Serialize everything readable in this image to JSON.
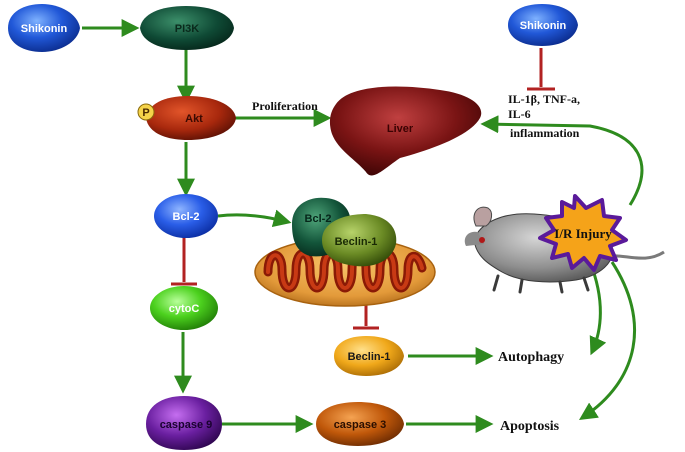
{
  "nodes": {
    "shikonin_left": "Shikonin",
    "pi3k": "PI3K",
    "akt": "Akt",
    "p_badge": "P",
    "bcl2": "Bcl-2",
    "cytoc": "cytoC",
    "caspase9": "caspase 9",
    "caspase3": "caspase 3",
    "bcl2_complex": "Bcl-2",
    "beclin1_complex": "Beclin-1",
    "beclin1": "Beclin-1",
    "liver": "Liver",
    "shikonin_right": "Shikonin",
    "ir_injury": "I/R Injury"
  },
  "labels": {
    "proliferation": "Proliferation",
    "cytokines_line1": "IL-1β, TNF-a,",
    "cytokines_line2": "IL-6",
    "inflammation": "inflammation",
    "autophagy": "Autophagy",
    "apoptosis": "Apoptosis"
  },
  "colors": {
    "activation_arrow": "#2e8b1e",
    "inhibition_bar": "#b22222",
    "shikonin": "#1f4fd1",
    "pi3k": "#0f4a35",
    "akt": "#a8280d",
    "bcl2": "#2a5ee8",
    "cytoc": "#4cd11e",
    "caspase9": "#6a1fa0",
    "caspase3": "#c0580a",
    "beclin1": "#f0a81a",
    "liver": "#7a1414",
    "injury_star_fill": "#f5a319",
    "injury_star_stroke": "#5a1a9a"
  },
  "icons": {
    "rat": "rat-illustration",
    "mitochondrion": "mitochondrion-illustration"
  }
}
